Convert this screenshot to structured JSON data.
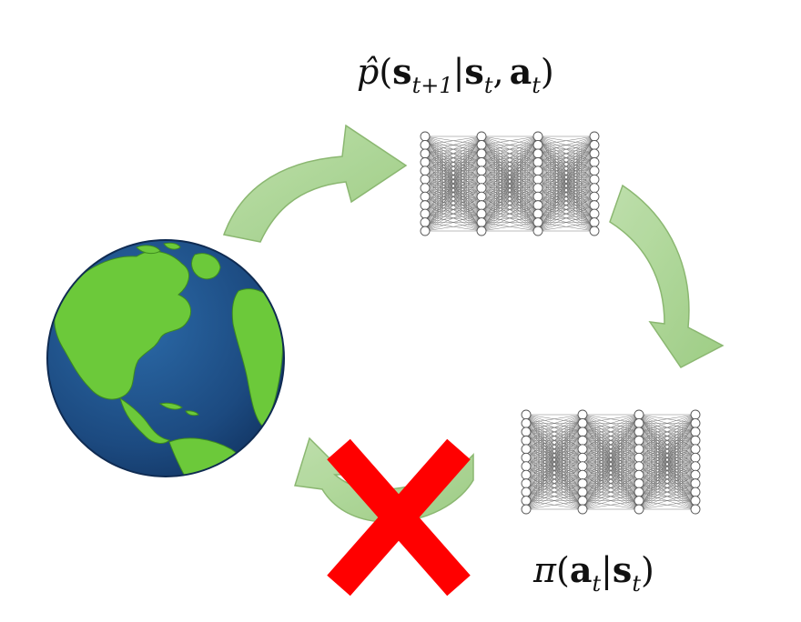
{
  "model_label": {
    "p_hat": "p̂",
    "open": "(",
    "s_next": "s",
    "s_next_sub": "t+1",
    "bar": "|",
    "s_cur": "s",
    "s_cur_sub": "t",
    "comma": ",",
    "a_cur": "a",
    "a_cur_sub": "t",
    "close": ")"
  },
  "policy_label": {
    "pi": "π",
    "open": "(",
    "a": "a",
    "a_sub": "t",
    "bar": "|",
    "s": "s",
    "s_sub": "t",
    "close": ")"
  },
  "network": {
    "layer_sizes": [
      12,
      12,
      12,
      12
    ],
    "node_fill": "#ffffff",
    "node_stroke": "#555555",
    "edge_color": "#6a6a6a"
  },
  "colors": {
    "arrow_fill": "#9fcf86",
    "arrow_stroke": "#7fb062",
    "cross": "#ff0000",
    "globe_ocean": "#1f4f86",
    "globe_land": "#6cc93a"
  }
}
